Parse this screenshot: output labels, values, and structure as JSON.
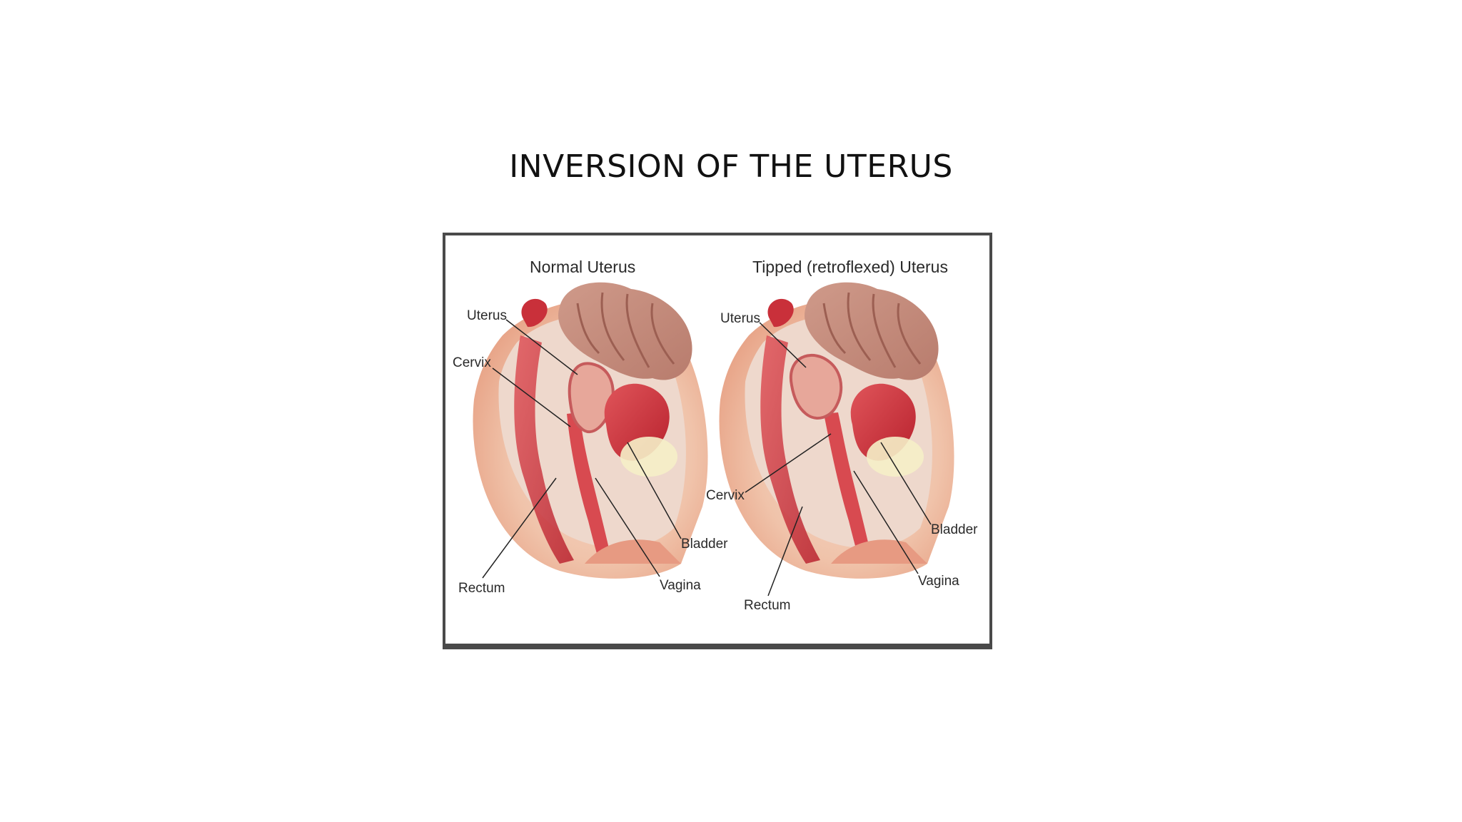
{
  "slide": {
    "title": "INVERSION OF THE UTERUS"
  },
  "figure": {
    "left_panel": {
      "title": "Normal Uterus",
      "labels": {
        "uterus": "Uterus",
        "cervix": "Cervix",
        "rectum": "Rectum",
        "vagina": "Vagina",
        "bladder": "Bladder"
      }
    },
    "right_panel": {
      "title": "Tipped (retroflexed) Uterus",
      "labels": {
        "uterus": "Uterus",
        "cervix": "Cervix",
        "rectum": "Rectum",
        "vagina": "Vagina",
        "bladder": "Bladder"
      }
    }
  }
}
